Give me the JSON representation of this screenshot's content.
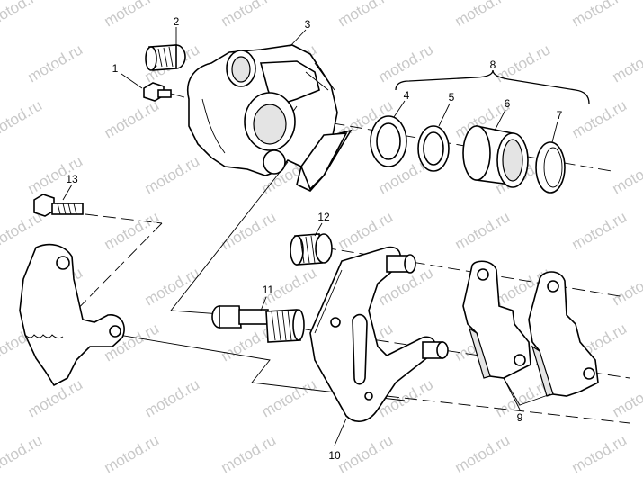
{
  "watermark": {
    "text": "motod.ru",
    "rows": 9,
    "cols": 6
  },
  "callouts": [
    {
      "id": "1",
      "label": "1"
    },
    {
      "id": "2",
      "label": "2"
    },
    {
      "id": "3",
      "label": "3"
    },
    {
      "id": "4",
      "label": "4"
    },
    {
      "id": "5",
      "label": "5"
    },
    {
      "id": "6",
      "label": "6"
    },
    {
      "id": "7",
      "label": "7"
    },
    {
      "id": "8",
      "label": "8"
    },
    {
      "id": "9",
      "label": "9"
    },
    {
      "id": "10",
      "label": "10"
    },
    {
      "id": "11",
      "label": "11"
    },
    {
      "id": "12",
      "label": "12"
    },
    {
      "id": "13",
      "label": "13"
    }
  ]
}
